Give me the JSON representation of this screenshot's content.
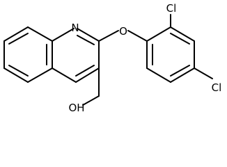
{
  "molecule": {
    "atoms": {
      "nitrogen": "N",
      "ether_oxygen": "O",
      "chlorine_ortho": "Cl",
      "chlorine_para": "Cl",
      "hydroxyl": "OH"
    }
  }
}
